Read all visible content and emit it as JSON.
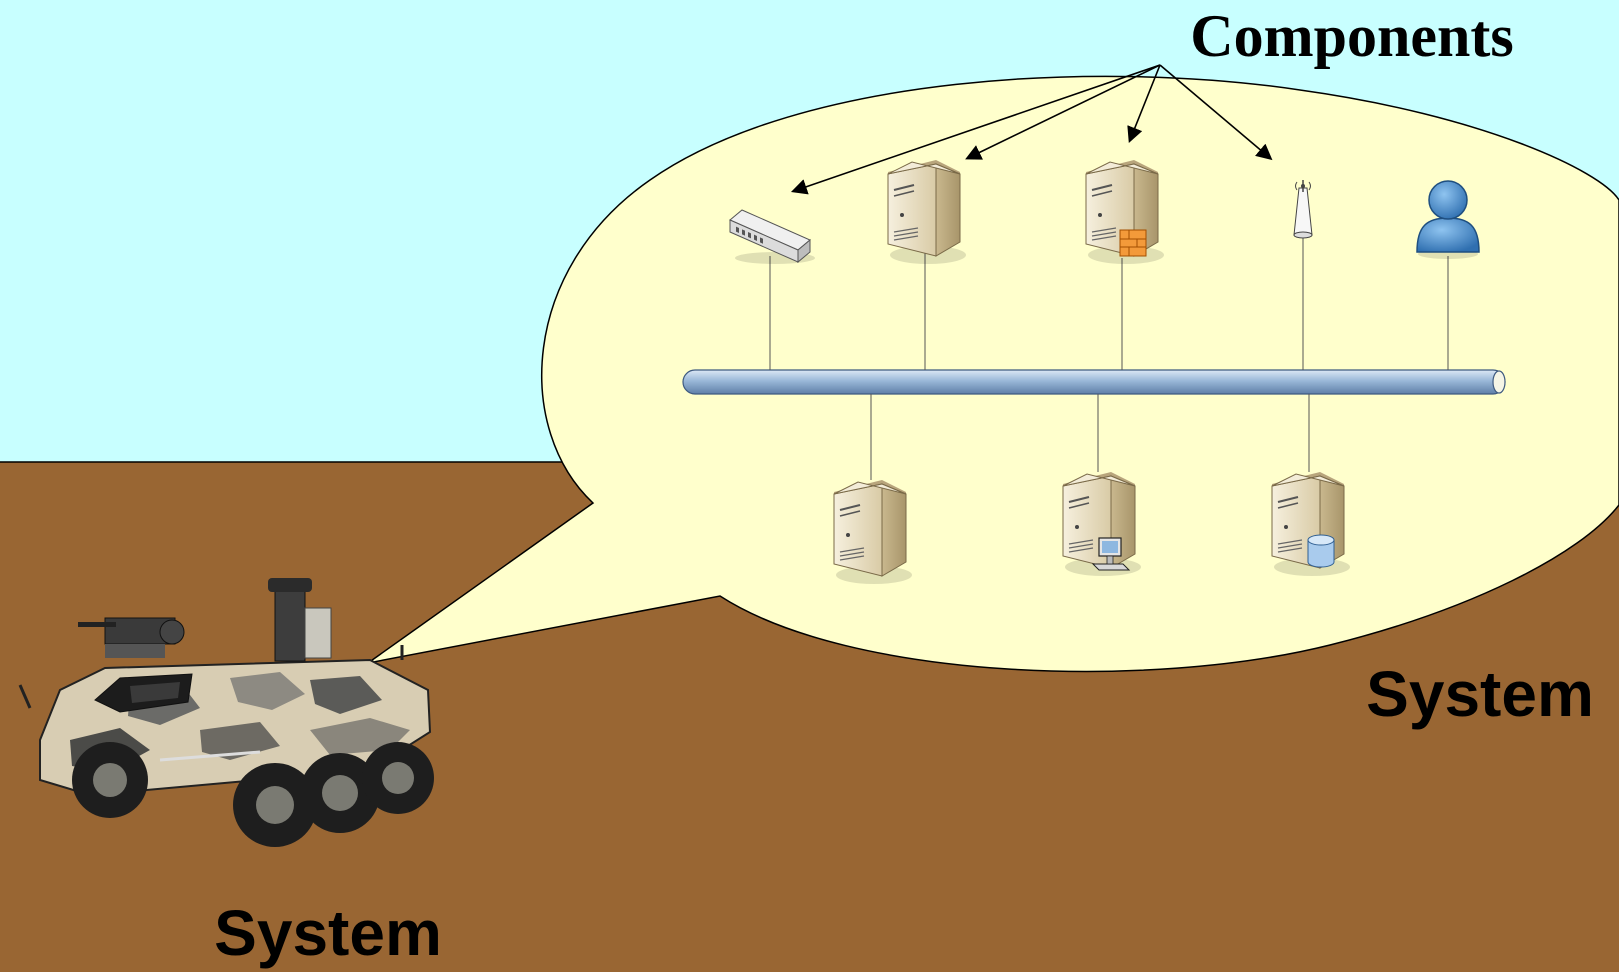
{
  "diagram": {
    "components_label": "Components",
    "system_label_right": "System",
    "system_label_bottom": "System"
  },
  "colors": {
    "sky": "#c8ffff",
    "ground": "#996633",
    "bubble": "#ffffcc",
    "bus": "#9ab8d8",
    "server": "#e8dcc0",
    "person": "#4a8fcf"
  },
  "icons": [
    "network-switch-icon",
    "server-icon",
    "firewall-server-icon",
    "wireless-antenna-icon",
    "user-icon",
    "server-icon",
    "workstation-server-icon",
    "database-server-icon",
    "armored-vehicle-icon"
  ]
}
